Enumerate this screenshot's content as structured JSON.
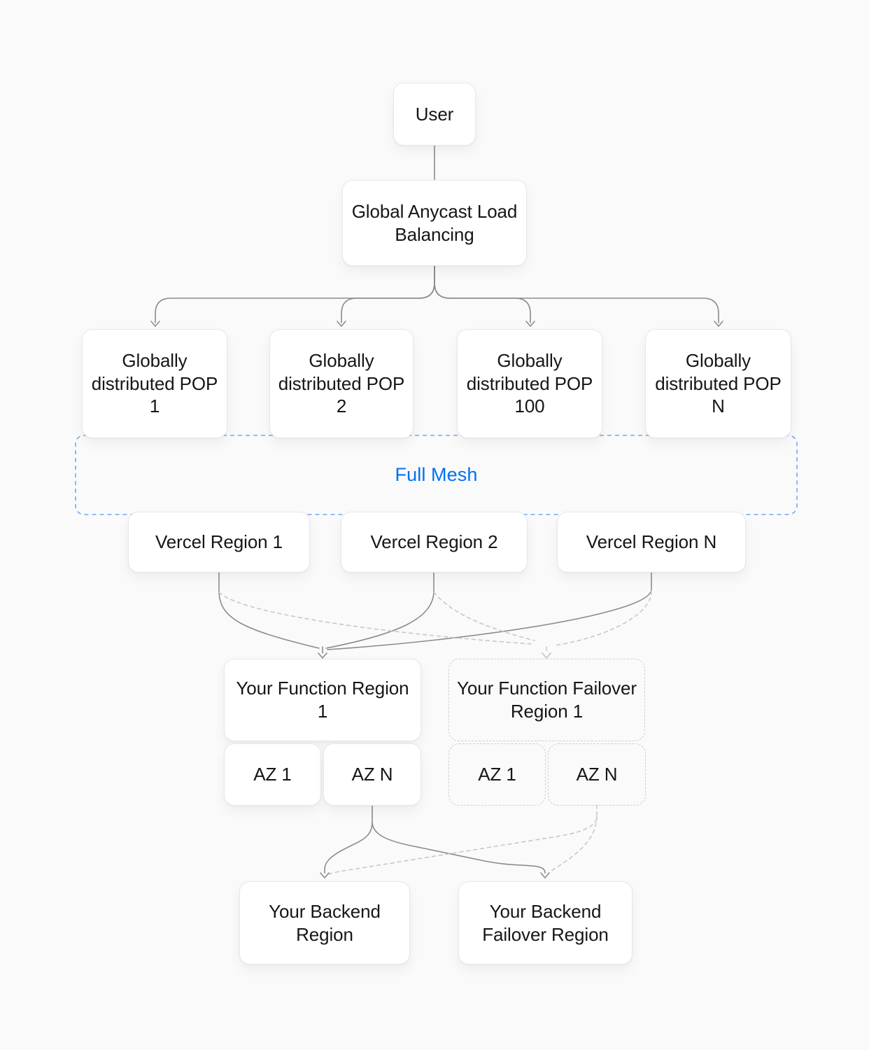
{
  "page": {
    "background": "#fafafa"
  },
  "colors": {
    "accent_blue": "#0070f3",
    "mesh_border_blue": "#6ea9f8",
    "solid_line_gray": "#8c8c8c",
    "dashed_line_gray": "#c8c8c8",
    "failover_chevron_gray": "#c2c2c2",
    "box_border": "#e8e8e8",
    "box_background": "#ffffff",
    "text": "#161616"
  },
  "nodes": {
    "user": {
      "label": "User"
    },
    "load_balancer": {
      "label": "Global Anycast Load Balancing"
    },
    "pop_1": {
      "label": "Globally distributed POP 1"
    },
    "pop_2": {
      "label": "Globally distributed POP 2"
    },
    "pop_100": {
      "label": "Globally distributed POP 100"
    },
    "pop_n": {
      "label": "Globally distributed POP N"
    },
    "full_mesh": {
      "label": "Full Mesh"
    },
    "vercel_region_1": {
      "label": "Vercel Region 1"
    },
    "vercel_region_2": {
      "label": "Vercel Region 2"
    },
    "vercel_region_n": {
      "label": "Vercel Region N"
    },
    "function_region": {
      "label": "Your Function Region 1"
    },
    "function_az_1": {
      "label": "AZ 1"
    },
    "function_az_n": {
      "label": "AZ N"
    },
    "function_failover_region": {
      "label": "Your Function Failover Region 1"
    },
    "failover_az_1": {
      "label": "AZ 1"
    },
    "failover_az_n": {
      "label": "AZ N"
    },
    "backend_region": {
      "label": "Your Backend Region"
    },
    "backend_failover_region": {
      "label": "Your Backend Failover Region"
    }
  },
  "edges": [
    {
      "from": "user",
      "to": "load_balancer",
      "style": "solid"
    },
    {
      "from": "load_balancer",
      "to": "pop_1",
      "style": "solid"
    },
    {
      "from": "load_balancer",
      "to": "pop_2",
      "style": "solid"
    },
    {
      "from": "load_balancer",
      "to": "pop_100",
      "style": "solid"
    },
    {
      "from": "load_balancer",
      "to": "pop_n",
      "style": "solid"
    },
    {
      "from": "vercel_region_1",
      "to": "function_region",
      "style": "solid"
    },
    {
      "from": "vercel_region_2",
      "to": "function_region",
      "style": "solid"
    },
    {
      "from": "vercel_region_n",
      "to": "function_region",
      "style": "solid"
    },
    {
      "from": "vercel_region_1",
      "to": "function_failover_region",
      "style": "dashed"
    },
    {
      "from": "vercel_region_2",
      "to": "function_failover_region",
      "style": "dashed"
    },
    {
      "from": "vercel_region_n",
      "to": "function_failover_region",
      "style": "dashed"
    },
    {
      "from": "function_az_n",
      "to": "backend_region",
      "style": "solid"
    },
    {
      "from": "function_az_n",
      "to": "backend_failover_region",
      "style": "solid"
    },
    {
      "from": "failover_az_n",
      "to": "backend_region",
      "style": "dashed"
    },
    {
      "from": "failover_az_n",
      "to": "backend_failover_region",
      "style": "dashed"
    }
  ]
}
